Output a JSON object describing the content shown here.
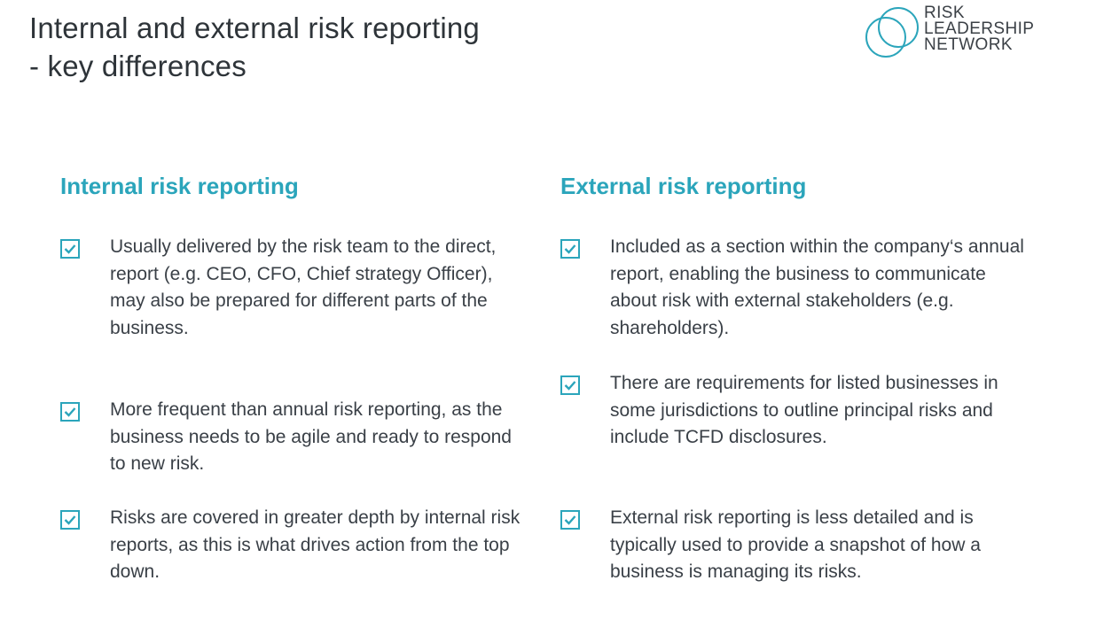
{
  "header": {
    "title_line1": "Internal and external risk reporting",
    "title_line2": "- key differences"
  },
  "logo": {
    "line1": "RISK",
    "line2": "LEADERSHIP",
    "line3": "NETWORK",
    "icon": "interlocking-circles-logo"
  },
  "internal": {
    "heading": "Internal risk reporting",
    "items": [
      {
        "icon": "checked-box-icon",
        "text": "Usually delivered by the risk team to the direct, report (e.g. CEO, CFO, Chief strategy Officer), may also be prepared for different parts of the business."
      },
      {
        "icon": "checked-box-icon",
        "text": "More frequent than annual risk reporting, as the business needs to be agile and ready to respond to new risk."
      },
      {
        "icon": "checked-box-icon",
        "text": "Risks are covered in greater depth by internal risk reports, as this is what drives action from the top down."
      }
    ]
  },
  "external": {
    "heading": "External risk reporting",
    "items": [
      {
        "icon": "checked-box-icon",
        "text": "Included as a section within the company‘s annual report, enabling the business to communicate about risk with external stakeholders (e.g. shareholders)."
      },
      {
        "icon": "checked-box-icon",
        "text": "There are requirements for listed businesses in some jurisdictions to outline principal risks and include TCFD disclosures."
      },
      {
        "icon": "checked-box-icon",
        "text": "External risk reporting is less detailed and is typically used to provide a snapshot of how a business is managing its risks."
      }
    ]
  },
  "colors": {
    "accent": "#2ba5bb",
    "text": "#3a4047",
    "title": "#2e3439",
    "background": "#ffffff"
  }
}
